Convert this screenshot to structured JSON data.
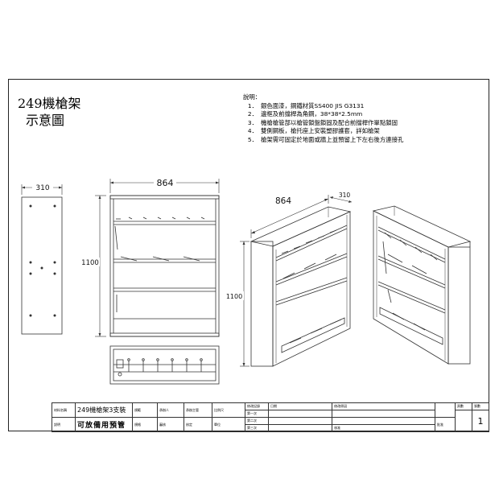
{
  "title": {
    "line1": "249機槍架",
    "line2": "示意圖"
  },
  "notes": {
    "header": "說明：",
    "items": [
      {
        "num": "1．",
        "text": "銀色面漆，鋼鐵材質SS400 JIS G3131"
      },
      {
        "num": "2．",
        "text": "邊框及前擋桿為角鋼，38*38*2.5mm"
      },
      {
        "num": "3．",
        "text": "機槍槍管部以槍管鎖盤鎖固及配合前擋桿作單點鎖固"
      },
      {
        "num": "4．",
        "text": "雙側鋼板，槍托座上安裝塑膠護套，詳如槍架"
      },
      {
        "num": "5．",
        "text": "槍架需可固定於地面或牆上並預留上下左右後方連接孔"
      }
    ]
  },
  "dimensions": {
    "side_width": "310",
    "front_width": "864",
    "front_height": "1100",
    "iso_width": "864",
    "iso_depth": "310",
    "iso_height": "1100"
  },
  "title_block": {
    "name_label": "材料名稱",
    "name_value": "249機槍架3支裝",
    "remark_label": "說明",
    "remark_value": "可放備用預管",
    "cell_a": "規範",
    "cell_b": "規格",
    "cell_c": "承辦人",
    "cell_d": "審核",
    "cell_e": "承辦主管",
    "cell_f": "核定",
    "cell_g": "核准",
    "cell_h": "批准",
    "cell_i": "比例尺",
    "cell_j": "單位",
    "rev_label": "修改記錄",
    "rev_1": "第一次",
    "rev_2": "第二次",
    "rev_3": "第三次",
    "rev_date": "日期",
    "rev_reason": "修改原因",
    "pages_label": "頁數",
    "sheet_label": "張數",
    "sheet_no": "1"
  }
}
